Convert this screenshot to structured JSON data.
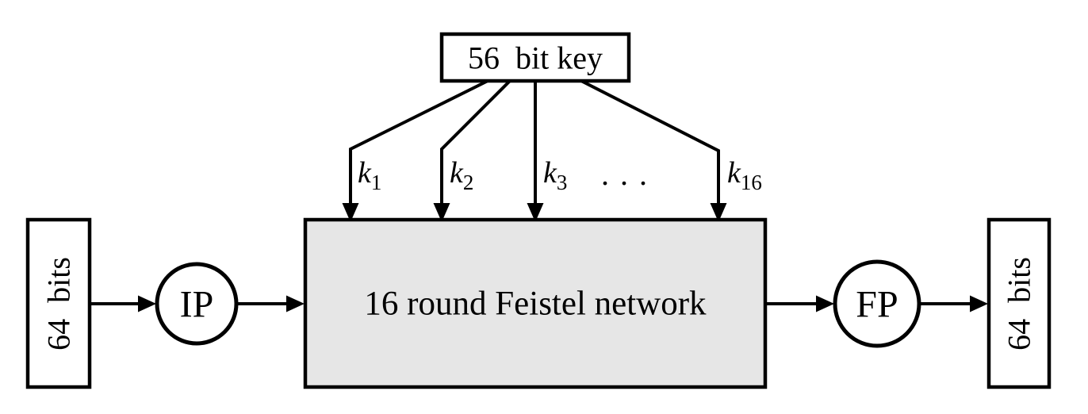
{
  "nodes": {
    "key_box": "56  bit key",
    "feistel_box": "16 round Feistel network",
    "input_box": "64  bits",
    "output_box": "64  bits",
    "ip_node": "IP",
    "fp_node": "FP"
  },
  "round_key_labels": [
    {
      "base": "k",
      "sub": "1"
    },
    {
      "base": "k",
      "sub": "2"
    },
    {
      "base": "k",
      "sub": "3"
    },
    {
      "base": "k",
      "sub": "16"
    }
  ],
  "ellipsis": ". . .",
  "edges": [
    {
      "from": "input_box",
      "to": "ip_node"
    },
    {
      "from": "ip_node",
      "to": "feistel_box"
    },
    {
      "from": "feistel_box",
      "to": "fp_node"
    },
    {
      "from": "fp_node",
      "to": "output_box"
    },
    {
      "from": "key_box",
      "to": "feistel_box",
      "label": "k1"
    },
    {
      "from": "key_box",
      "to": "feistel_box",
      "label": "k2"
    },
    {
      "from": "key_box",
      "to": "feistel_box",
      "label": "k3"
    },
    {
      "from": "key_box",
      "to": "feistel_box",
      "label": "k16"
    }
  ],
  "colors": {
    "ink": "#000000",
    "feistel_fill": "#e6e6e6",
    "node_fill": "#ffffff",
    "background": "#ffffff"
  }
}
